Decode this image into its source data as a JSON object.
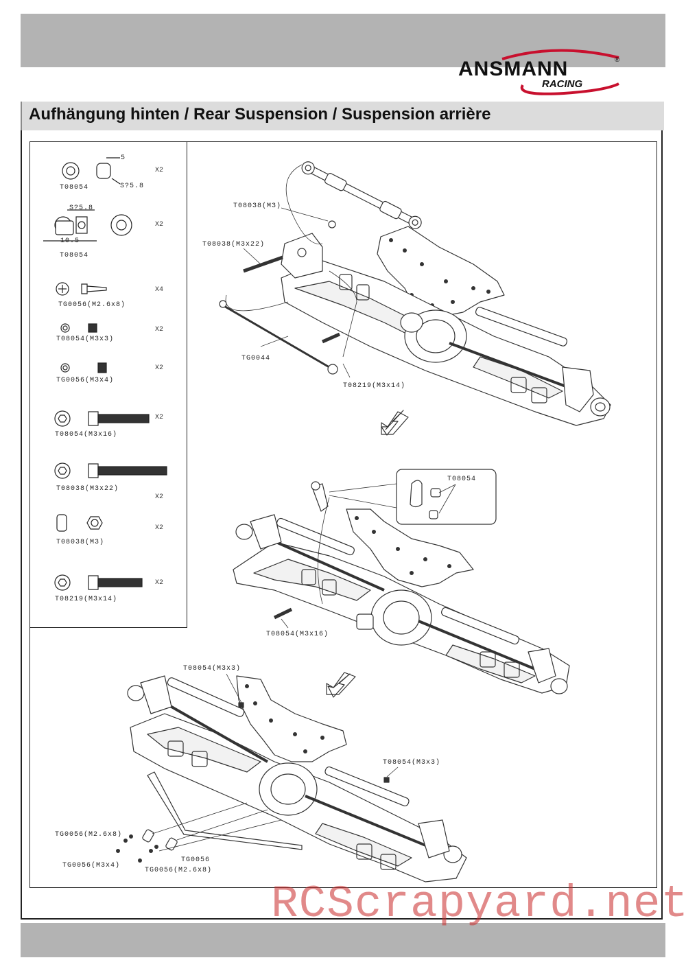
{
  "header": {
    "title": "Aufhängung hinten / Rear Suspension / Suspension arrière",
    "logo": {
      "brand": "ANSMANN",
      "sub": "RACING",
      "reg": "®"
    }
  },
  "parts": [
    {
      "code": "T08054",
      "qty": "X2",
      "dims": [
        "5",
        "S?5.8"
      ]
    },
    {
      "code": "T08054",
      "qty": "X2",
      "dims": [
        "S?5.8",
        "10.5"
      ]
    },
    {
      "code": "TG0056(M2.6x8)",
      "qty": "X4"
    },
    {
      "code": "T08054(M3x3)",
      "qty": "X2"
    },
    {
      "code": "TG0056(M3x4)",
      "qty": "X2"
    },
    {
      "code": "T08054(M3x16)",
      "qty": "X2"
    },
    {
      "code": "T08038(M3x22)",
      "qty": "X2"
    },
    {
      "code": "T08038(M3)",
      "qty": "X2"
    },
    {
      "code": "T08219(M3x14)",
      "qty": "X2"
    }
  ],
  "step1_labels": [
    "T08038(M3)",
    "T08038(M3x22)",
    "TG0044",
    "T08219(M3x14)"
  ],
  "step2_labels": [
    "T08054",
    "T08054(M3x16)"
  ],
  "step3_labels": [
    "T08054(M3x3)",
    "T08054(M3x3)",
    "TG0056(M2.6x8)",
    "TG0056(M3x4)",
    "TG0056",
    "TG0056(M2.6x8)"
  ],
  "watermark": "RCScrapyard.net"
}
